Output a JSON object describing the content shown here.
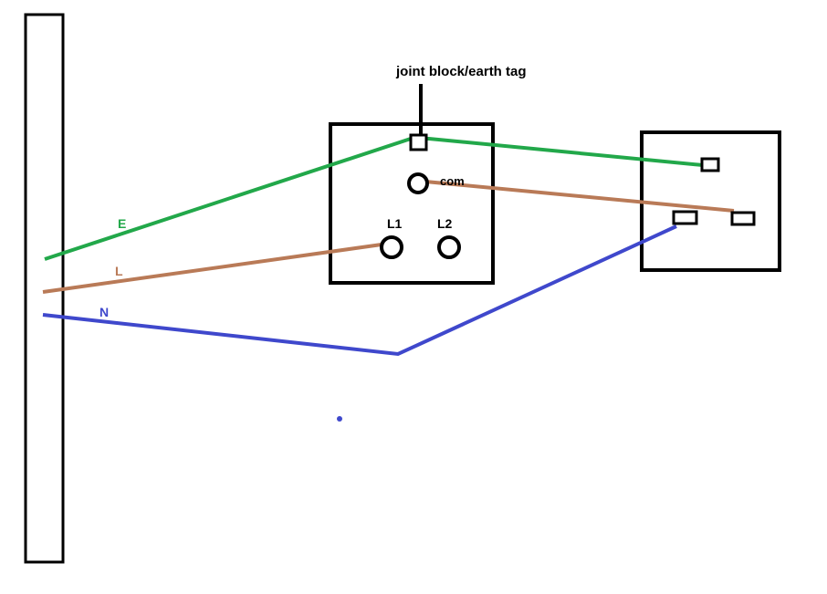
{
  "annotation": {
    "text": "joint block/earth tag"
  },
  "switch": {
    "terminals": {
      "com": "com",
      "l1": "L1",
      "l2": "L2"
    }
  },
  "wires": {
    "earth": {
      "label": "E",
      "color": "#22a84a"
    },
    "live": {
      "label": "L",
      "color": "#b97a57"
    },
    "neutral": {
      "label": "N",
      "color": "#3f48cc"
    }
  },
  "colors": {
    "outline": "#000000",
    "background": "#ffffff"
  }
}
